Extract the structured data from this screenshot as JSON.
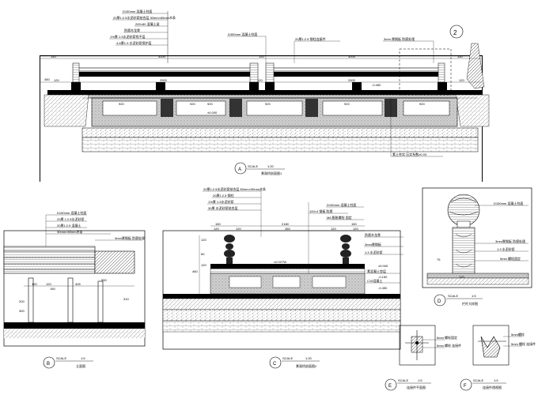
{
  "drawing_views": [
    {
      "id": "A",
      "scale_label": "SCALE",
      "scale": "1:20",
      "title": "景观桥剖面图1"
    },
    {
      "id": "B",
      "scale_label": "SCALE",
      "scale": "1:5",
      "title": "立面图"
    },
    {
      "id": "C",
      "scale_label": "SCALE",
      "scale": "1:20",
      "title": "景观桥剖面图2"
    },
    {
      "id": "D",
      "scale_label": "SCALE",
      "scale": "1:5",
      "title": "栏杆大样图"
    },
    {
      "id": "E",
      "scale_label": "SCALE",
      "scale": "1:5",
      "title": "连接件平面图"
    },
    {
      "id": "F",
      "scale_label": "SCALE",
      "scale": "1:5",
      "title": "连接件透视图"
    }
  ],
  "detail_callout": "2",
  "view_a": {
    "dims_top": [
      "150",
      "3200",
      "120",
      "3200",
      "150"
    ],
    "dims_inner": [
      "120",
      "2900",
      "120",
      "2900",
      "120"
    ],
    "dims_bottom": [
      "920",
      "920",
      "920",
      "920",
      "920",
      "920"
    ],
    "level_marks": [
      "±0.000",
      "-0.450"
    ],
    "left_dim": "450",
    "notes_left": [
      "D150mm 混凝土柱面",
      "20厚1:2.5水泥砂浆结合层  30mm×60mm木条",
      "200×80 混凝土梁",
      "防腐木龙骨",
      "1%厚 1:3水泥砂浆找平层",
      "4-6厚1:3 水泥砂浆保护层"
    ],
    "notes_top": [
      "D450mm 混凝土柱面",
      "20厚1:2.5 钢柱连接件",
      "3mm 厚钢板 防腐处理"
    ],
    "note_bottom": "素土夯实 压实系数≥0.93"
  },
  "view_b": {
    "notes": [
      "D150mm 混凝土柱面",
      "20厚 1:2.5水泥砂浆",
      "20厚1:2.5 混凝土",
      "30mm×60mm木条",
      "3mm厚钢板 防腐处理"
    ],
    "dims": [
      "100",
      "120",
      "405",
      "150",
      "200",
      "300",
      "310",
      "550"
    ]
  },
  "view_c": {
    "notes_left": [
      "20厚1:2.5水泥砂浆结合层 60mm×90mm木条",
      "20厚1:2.5 钢柱",
      "1%厚 1:3水泥砂浆",
      "30厚 水泥砂浆结合层"
    ],
    "notes_right": [
      "D150mm 混凝土柱面",
      "100×4 钢板 防腐",
      "M8 膨胀螺栓 固定",
      "防腐木龙骨",
      "3mm厚钢板",
      "1:3 水泥砂浆",
      "素混凝土垫层",
      "C15混凝土"
    ],
    "dims_top": [
      "150",
      "2180",
      "150"
    ],
    "dims_inner": [
      "120",
      "120",
      "450",
      "120",
      "120"
    ],
    "dims_left": [
      "120",
      "60",
      "120",
      "460"
    ],
    "level_marks": [
      "±0.000",
      "-0.150",
      "-0.450"
    ],
    "mid_label": "±0.00TW"
  },
  "view_d": {
    "notes": [
      "D150mm 混凝土柱面",
      "3mm厚钢板 防腐处理",
      "1:3 水泥砂浆",
      "5mm 螺栓固定"
    ],
    "dims": [
      "75",
      "120"
    ]
  },
  "view_e": {
    "notes": [
      "5mm 螺栓固定",
      "5mm 螺栓 连接件"
    ]
  },
  "view_f": {
    "notes": [
      "5mm螺栓",
      "5mm 螺栓 连接件"
    ]
  }
}
